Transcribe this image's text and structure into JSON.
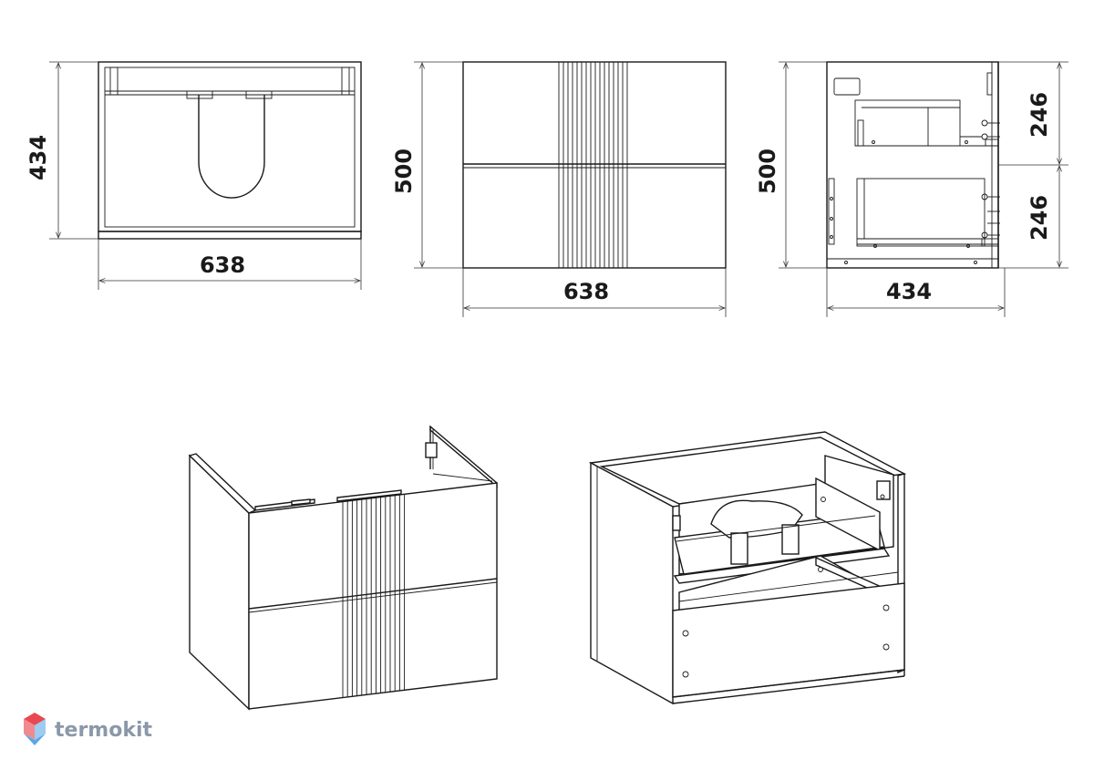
{
  "dimensions": {
    "top_depth": "434",
    "top_width": "638",
    "front_height": "500",
    "front_width": "638",
    "side_height": "500",
    "side_depth": "434",
    "side_drawer_upper": "246",
    "side_drawer_lower": "246"
  },
  "brand": {
    "name": "termokit",
    "colors": {
      "top": "#e8484f",
      "left": "#f08a8e",
      "right": "#9ecbf0",
      "bottom": "#5aa7e8"
    }
  },
  "colors": {
    "line": "#1a1a1a",
    "background": "#ffffff"
  }
}
